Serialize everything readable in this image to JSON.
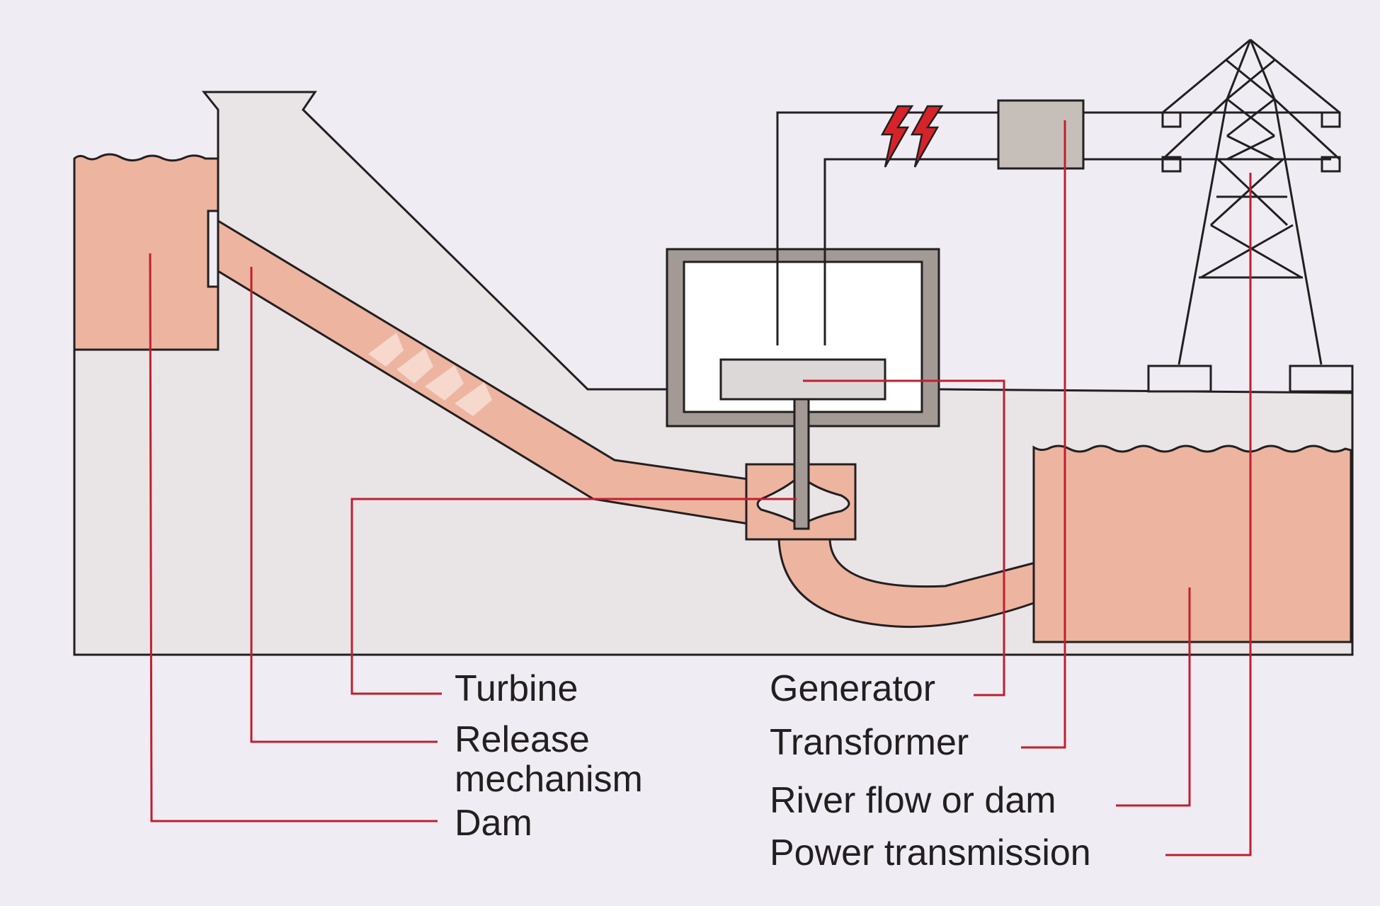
{
  "labels": {
    "turbine": "Turbine",
    "release_line1": "Release",
    "release_line2": "mechanism",
    "dam": "Dam",
    "generator": "Generator",
    "transformer": "Transformer",
    "river_flow": "River flow or dam",
    "power_transmission": "Power transmission"
  },
  "colors": {
    "background": "#efedf3",
    "ground": "#e9e5e6",
    "water": "#edb4a0",
    "leader_lines": "#c01f2f",
    "outline": "#231f20",
    "generator_housing": "#a39a95",
    "transformer_box": "#c6bfb9",
    "lightning": "#d6232a"
  },
  "icons": [
    "lightning-bolt-icon",
    "transmission-tower-icon"
  ]
}
